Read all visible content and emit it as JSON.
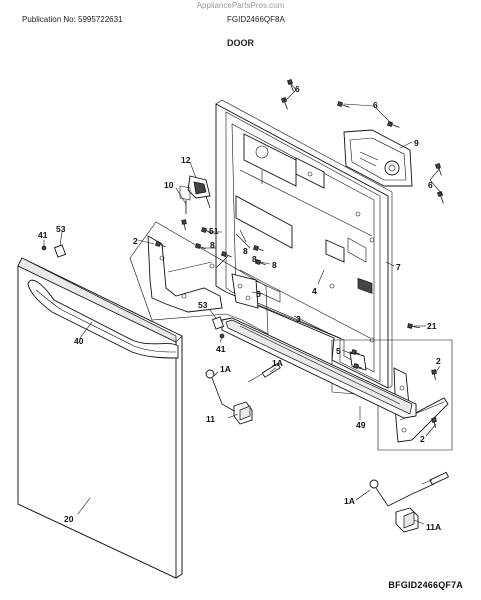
{
  "watermark": "AppliancePartsPros.com",
  "header": {
    "publication": "Publication No: 5995722631",
    "model": "FGID2466QF8A",
    "section": "DOOR"
  },
  "figure_id": "BFGID2466QF7A",
  "callouts": {
    "p1": "1A",
    "p1b": "1A",
    "p2a": "2",
    "p2b": "2",
    "p2c": "2",
    "p3": "3",
    "p4": "4",
    "p5a": "5",
    "p5b": "5",
    "p6a": "6",
    "p6b": "6",
    "p6c": "6",
    "p7": "7",
    "p8a": "8",
    "p8b": "8",
    "p8c": "8",
    "p8d": "8",
    "p9": "9",
    "p10": "10",
    "p11": "11",
    "p11a": "11A",
    "p12": "12",
    "p20": "20",
    "p21": "21",
    "p40": "40",
    "p41a": "41",
    "p41b": "41",
    "p49": "49",
    "p51": "51",
    "p53a": "53",
    "p53b": "53"
  }
}
